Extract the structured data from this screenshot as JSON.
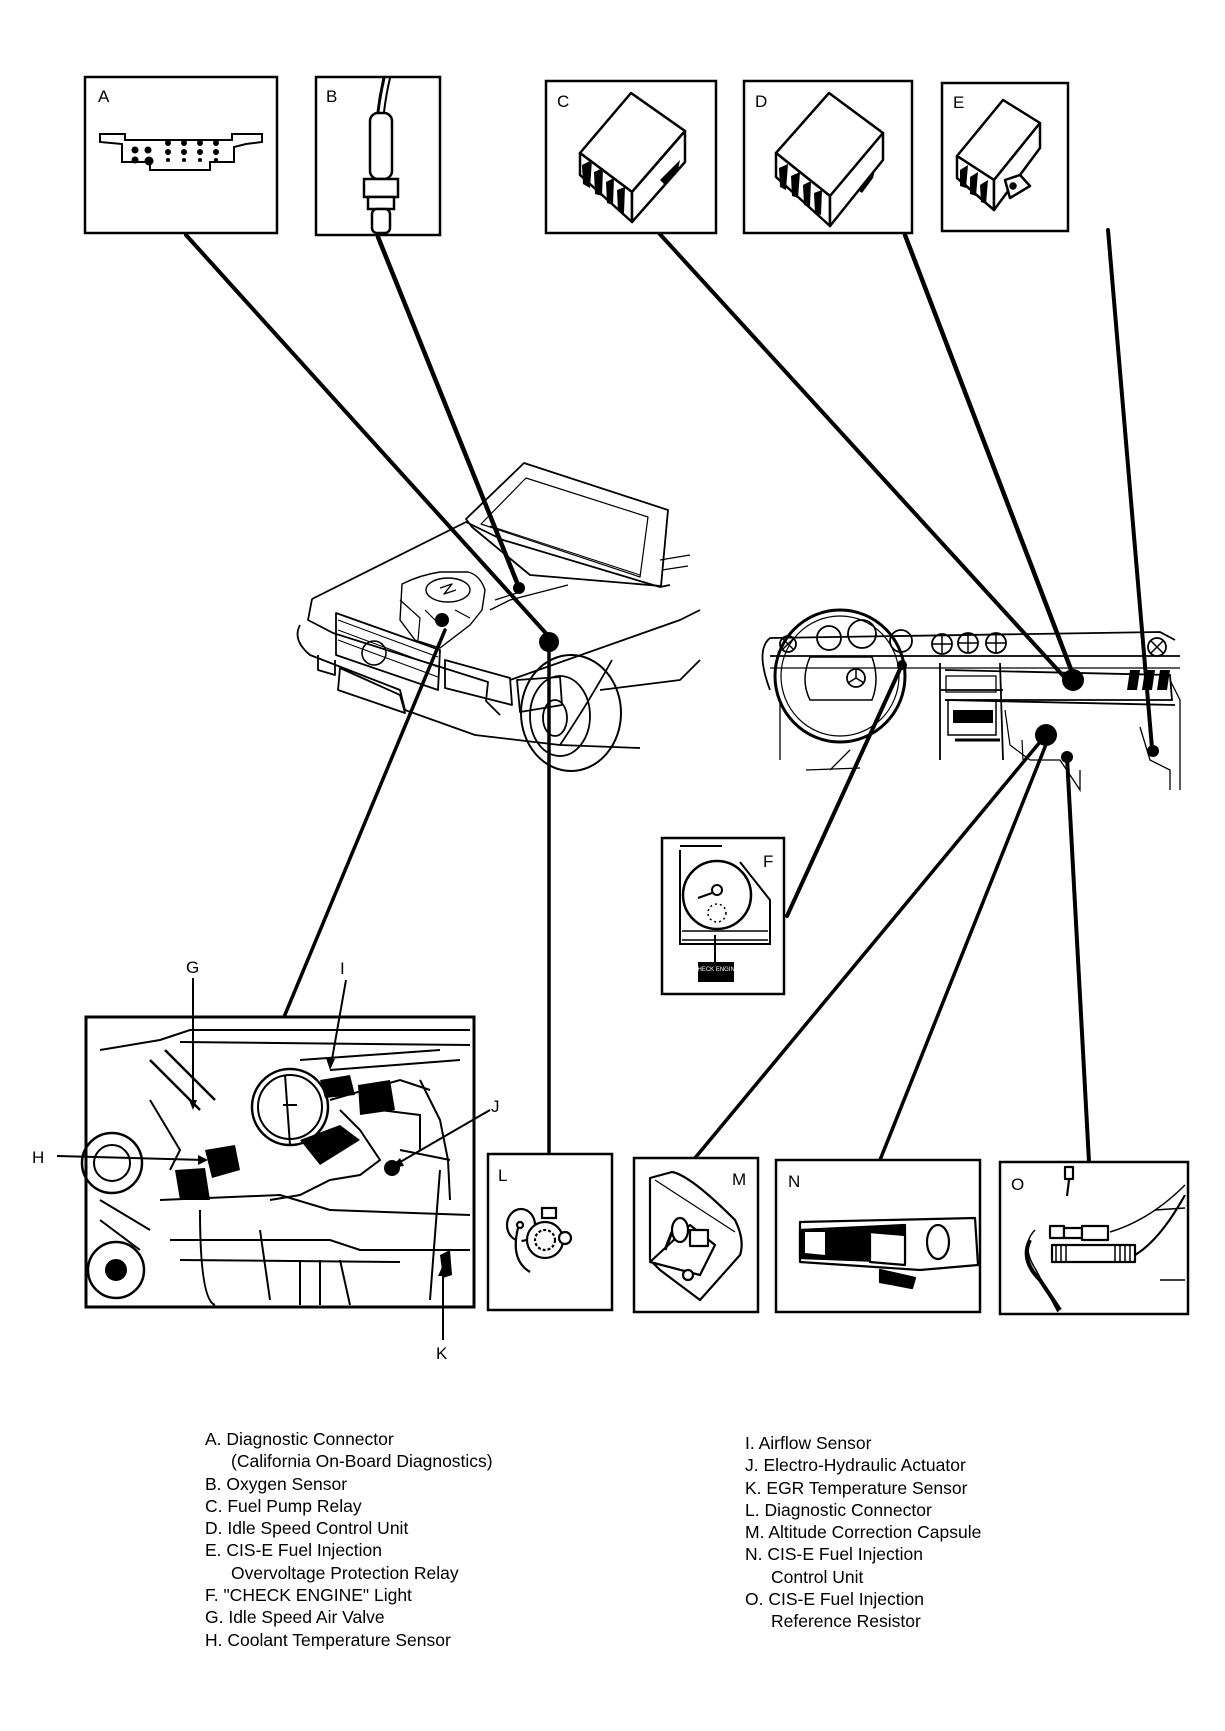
{
  "diagram": {
    "subject": "CIS-E fuel injection component locations",
    "callouts": [
      {
        "letter": "A",
        "item": "diagnostic-connector-obd",
        "location": "engine"
      },
      {
        "letter": "B",
        "item": "oxygen-sensor",
        "location": "engine"
      },
      {
        "letter": "C",
        "item": "fuel-pump-relay",
        "location": "dashboard"
      },
      {
        "letter": "D",
        "item": "idle-speed-control-unit",
        "location": "dashboard"
      },
      {
        "letter": "E",
        "item": "overvoltage-protection-relay",
        "location": "dashboard"
      },
      {
        "letter": "F",
        "item": "check-engine-light",
        "location": "instrument-cluster"
      },
      {
        "letter": "G",
        "item": "idle-speed-air-valve",
        "location": "engine-bay"
      },
      {
        "letter": "H",
        "item": "coolant-temperature-sensor",
        "location": "engine-bay"
      },
      {
        "letter": "I",
        "item": "airflow-sensor",
        "location": "engine-bay"
      },
      {
        "letter": "J",
        "item": "electro-hydraulic-actuator",
        "location": "engine-bay"
      },
      {
        "letter": "K",
        "item": "egr-temperature-sensor",
        "location": "engine-bay"
      },
      {
        "letter": "L",
        "item": "diagnostic-connector",
        "location": "fender"
      },
      {
        "letter": "M",
        "item": "altitude-correction-capsule",
        "location": "under-dash"
      },
      {
        "letter": "N",
        "item": "control-unit",
        "location": "under-dash"
      },
      {
        "letter": "O",
        "item": "reference-resistor",
        "location": "under-dash"
      }
    ],
    "inset_text": {
      "check_engine_label": "CHECK ENGINE"
    }
  },
  "labels": {
    "A": "A",
    "B": "B",
    "C": "C",
    "D": "D",
    "E": "E",
    "F": "F",
    "G": "G",
    "H": "H",
    "I": "I",
    "J": "J",
    "K": "K",
    "L": "L",
    "M": "M",
    "N": "N",
    "O": "O"
  },
  "legend": {
    "left": [
      {
        "text": "A. Diagnostic Connector",
        "cont": "(California On-Board Diagnostics)"
      },
      {
        "text": "B. Oxygen Sensor"
      },
      {
        "text": "C. Fuel Pump Relay"
      },
      {
        "text": "D. Idle Speed Control Unit"
      },
      {
        "text": "E. CIS-E Fuel Injection",
        "cont": "Overvoltage Protection Relay"
      },
      {
        "text": "F. \"CHECK ENGINE\" Light"
      },
      {
        "text": "G. Idle Speed Air Valve"
      },
      {
        "text": "H. Coolant Temperature Sensor"
      }
    ],
    "right": [
      {
        "text": "I. Airflow Sensor"
      },
      {
        "text": "J. Electro-Hydraulic Actuator"
      },
      {
        "text": "K. EGR Temperature Sensor"
      },
      {
        "text": "L. Diagnostic Connector"
      },
      {
        "text": "M. Altitude Correction Capsule"
      },
      {
        "text": "N. CIS-E Fuel Injection",
        "cont": "Control Unit"
      },
      {
        "text": "O. CIS-E Fuel Injection",
        "cont": "Reference Resistor"
      }
    ]
  }
}
